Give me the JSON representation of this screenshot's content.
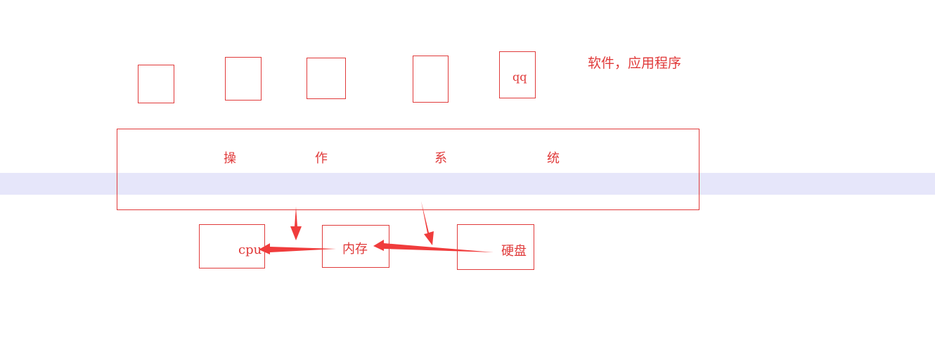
{
  "apps": {
    "qq_label": "qq",
    "caption": "软件，应用程序"
  },
  "os": {
    "chars": [
      "操",
      "作",
      "系",
      "统"
    ]
  },
  "hardware": {
    "cpu": "cpu",
    "memory": "内存",
    "disk": "硬盘"
  },
  "colors": {
    "stroke": "#e03a3a",
    "arrow": "#f03c3c",
    "band": "#e6e6fa"
  }
}
